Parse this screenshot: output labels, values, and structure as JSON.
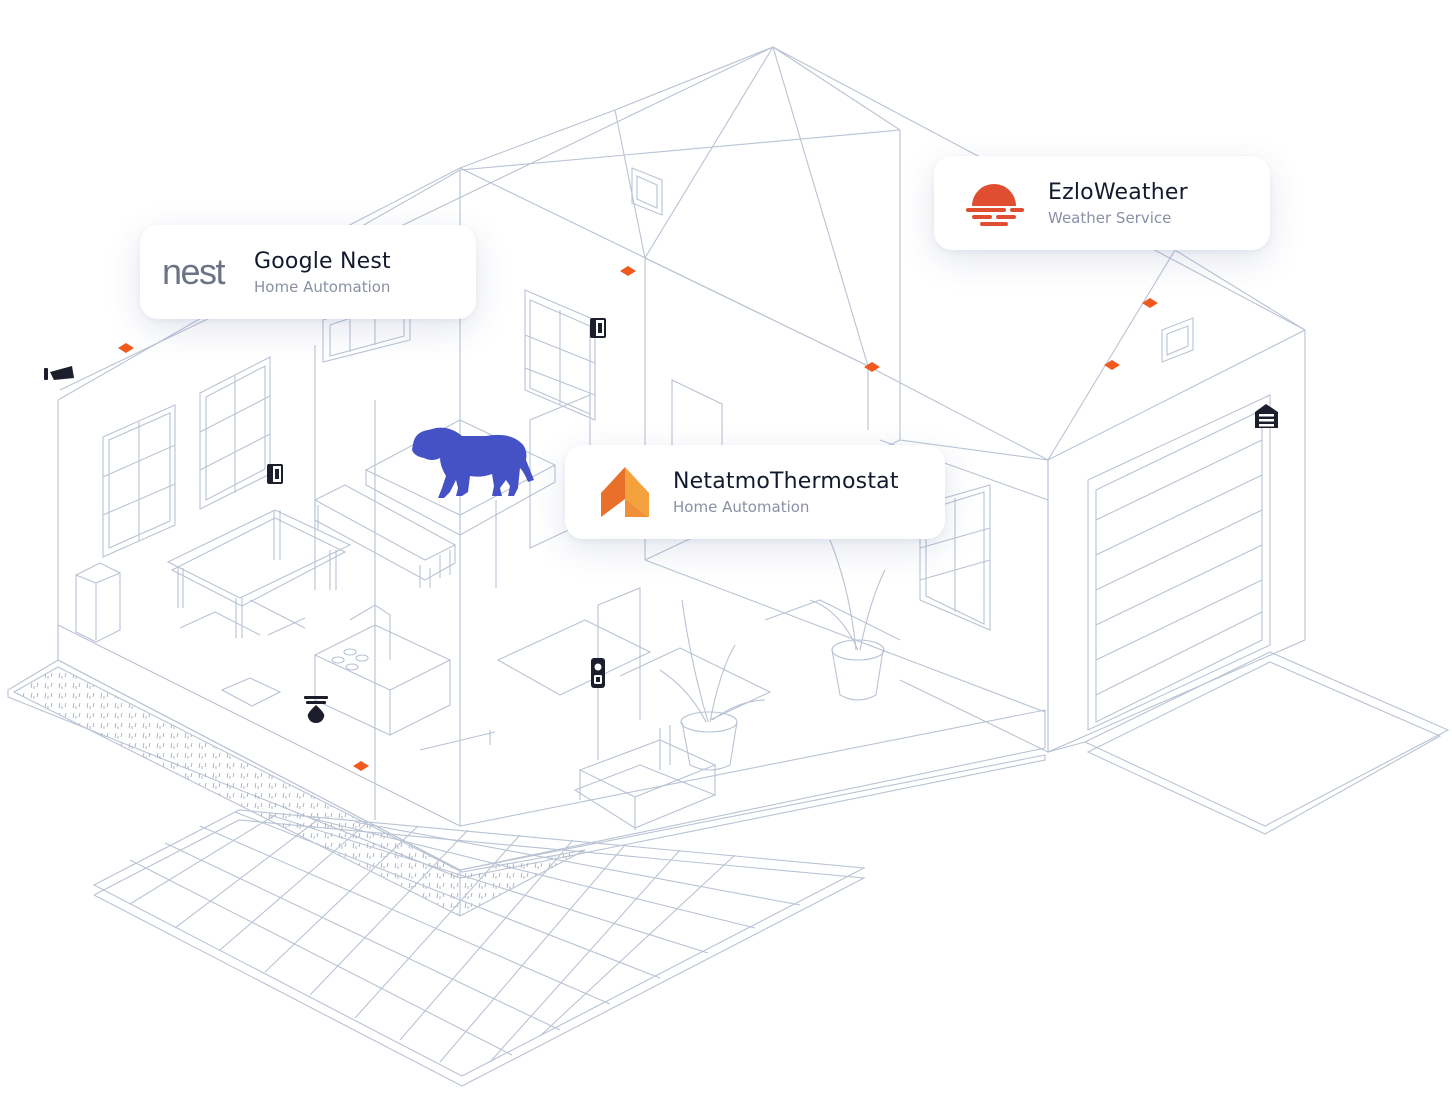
{
  "integrations": [
    {
      "title": "Google Nest",
      "subtitle": "Home Automation",
      "logo_text": "nest",
      "icon": "nest-logo",
      "color": "#6b7385"
    },
    {
      "title": "EzloWeather",
      "subtitle": "Weather Service",
      "icon": "sunset-icon",
      "color": "#e04e31"
    },
    {
      "title": "NetatmoThermostat",
      "subtitle": "Home Automation",
      "icon": "netatmo-logo",
      "color": "#f0913a"
    }
  ],
  "colors": {
    "line": "#b9c3d4",
    "line_dark": "#9aa7bd",
    "sensor_marker": "#f05a1e",
    "dog": "#4552c6",
    "device_icon": "#1c1f2b"
  },
  "device_icons": [
    "camera-icon",
    "door-sensor-icon",
    "door-sensor-icon",
    "doorbell-icon",
    "water-leak-icon",
    "garage-door-icon"
  ]
}
